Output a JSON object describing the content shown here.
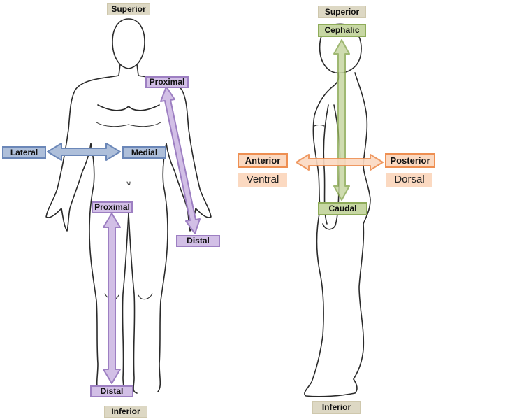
{
  "colors": {
    "tan": "#ddd8c4",
    "blue": "#aebfda",
    "purple": "#d2bfe6",
    "green": "#c7d7a3",
    "orange": "#fbd9c1"
  },
  "front_view": {
    "superior": "Superior",
    "inferior": "Inferior",
    "lateral": "Lateral",
    "medial": "Medial",
    "arm_proximal": "Proximal",
    "arm_distal": "Distal",
    "leg_proximal": "Proximal",
    "leg_distal": "Distal"
  },
  "side_view": {
    "superior": "Superior",
    "inferior": "Inferior",
    "cephalic": "Cephalic",
    "caudal": "Caudal",
    "anterior": "Anterior",
    "posterior": "Posterior",
    "ventral": "Ventral",
    "dorsal": "Dorsal"
  }
}
